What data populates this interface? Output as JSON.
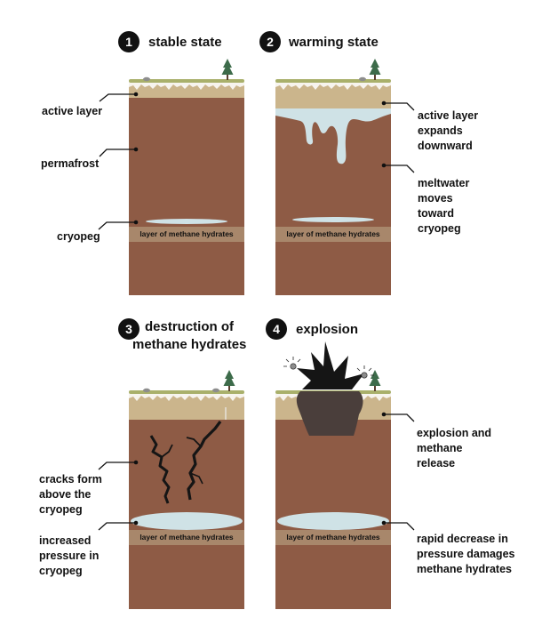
{
  "colors": {
    "permafrost": "#8e5b45",
    "active_layer": "#cbb58c",
    "grass": "#a9b06b",
    "hydrate_band": "#a8876b",
    "water": "#cfe2e6",
    "crack": "#151515",
    "plug": "#4a3e3b",
    "tree": "#3d6b4a"
  },
  "panels": [
    {
      "number": "1",
      "title_lines": [
        "stable state"
      ],
      "layer_text": "layer of methane hydrates"
    },
    {
      "number": "2",
      "title_lines": [
        "warming state"
      ],
      "layer_text": "layer of methane hydrates"
    },
    {
      "number": "3",
      "title_lines": [
        "destruction of",
        "methane hydrates"
      ],
      "layer_text": "layer of methane hydrates"
    },
    {
      "number": "4",
      "title_lines": [
        "explosion"
      ],
      "layer_text": "layer of methane hydrates"
    }
  ],
  "labels": {
    "p1_active": [
      "active layer"
    ],
    "p1_permafrost": [
      "permafrost"
    ],
    "p1_cryopeg": [
      "cryopeg"
    ],
    "p2_active": [
      "active layer",
      "expands",
      "downward"
    ],
    "p2_meltwater": [
      "meltwater",
      "moves",
      "toward",
      "cryopeg"
    ],
    "p3_cracks": [
      "cracks form",
      "above the",
      "cryopeg"
    ],
    "p3_pressure": [
      "increased",
      "pressure in",
      "cryopeg"
    ],
    "p4_explosion": [
      "explosion and",
      "methane",
      "release"
    ],
    "p4_pressure": [
      "rapid decrease in",
      "pressure damages",
      "methane hydrates"
    ]
  }
}
